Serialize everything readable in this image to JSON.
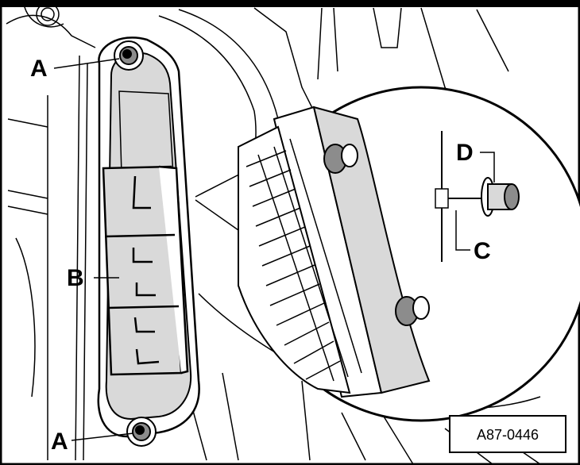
{
  "figure": {
    "reference_code": "A87-0446",
    "callouts": {
      "a_top": "A",
      "a_bottom": "A",
      "b": "B",
      "c": "C",
      "d": "D"
    }
  },
  "colors": {
    "line": "#000000",
    "fill": "#ffffff",
    "shade": "#d9d9d9"
  }
}
